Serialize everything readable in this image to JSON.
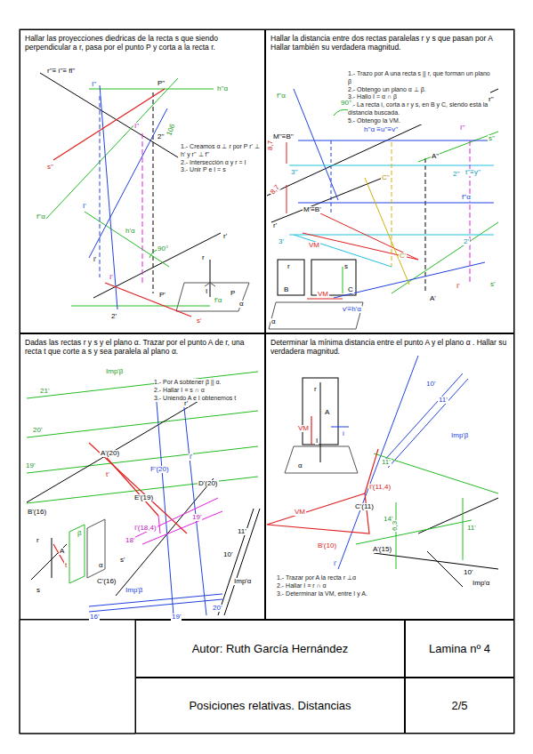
{
  "diagram": {
    "nodes": [
      {
        "text": [
          "Hallar las proyecciones diedricas de la  recta s que siendo perpendicular a r, pasa por el punto P y corta a la recta r.",
          "1.- Creamos α ⊥ r por P r' ⊥ h' y r'' ⊥ f''",
          "2.- Intersección α y r = I",
          "3.- Unir P e I = s"
        ]
      },
      {
        "text": [
          "Hallar la distancia entre dos rectas paralelas r y s que pasan por A Hallar también su verdadera magnitud.",
          "1.- Trazo por A una recta s || r, que forman un plano β",
          "2.- Obtengo un plano α ⊥ β.",
          "3.- Hallo I = α ∩ β",
          "4.- La recta i, corta a r y s, en B y C, siendo está la distancia buscada.",
          "5.- Obtengo la VM."
        ]
      },
      {
        "text": [
          "Dadas las rectas r y s y el plano α. Trazar por el punto A de r, una recta t que corte a s y sea paralela al plano α.",
          "1.- Por A sobtener β || α.",
          "2.- Hallar I ≡ s ∩ α",
          "3.- Uniendo A e I obtenemos t"
        ]
      },
      {
        "text": [
          "Determinar la mínima distancia entre el punto A y el plano α . Hallar su verdadera magnitud.",
          "1.- Trazar por A la recta r ⊥α",
          "2.- Hallar I ≡ r ∩ α",
          "3.- Determinar la VM, entre I y A."
        ]
      },
      {
        "text": [
          "Autor: Ruth García Hernández"
        ]
      },
      {
        "text": [
          "Lamina nº 4"
        ]
      },
      {
        "text": [
          "Posiciones relativas. Distancias"
        ]
      },
      {
        "text": [
          "2/5"
        ]
      }
    ],
    "edges": [],
    "labels": [
      "r''≡ i''≡ fl''",
      "I''",
      "P''",
      "h''α",
      "I''",
      "2''",
      "106",
      "s''",
      "f''α",
      "h'α",
      "I'",
      "i'",
      "90°",
      "r'",
      "I'",
      "P'",
      "2'",
      "s'",
      "f'α",
      "r",
      "I",
      "P",
      "α",
      "r''",
      "f''α",
      "90°",
      "h''α ≡u''≡v''",
      "M''≡B''",
      "8,7",
      "I''",
      "s''",
      "3''",
      "t''≡y''",
      "A''",
      "2''",
      "C''",
      "8,7",
      "f''α",
      "M'≡B'",
      "r'",
      "3'",
      "VM",
      "2'",
      "C'",
      "I'",
      "A'",
      "s'",
      "v'≡h'α",
      "r",
      "s",
      "B",
      "VM",
      "C",
      "α",
      "Imp'β",
      "21'",
      "20'",
      "19'",
      "r'",
      "A'(20)",
      "F'(20)",
      "i'",
      "D'(20)",
      "t'",
      "B'(16)",
      "E'(19)",
      "I'(18,4)",
      "19'",
      "18'",
      "s'",
      "11'",
      "10'",
      "Imp'α",
      "C'(16)",
      "16'",
      "Imp'β",
      "19'",
      "20'",
      "r",
      "A",
      "β",
      "t",
      "α",
      "s",
      "r",
      "A",
      "VM",
      "I",
      "i",
      "α",
      "10'",
      "11'",
      "Imp'β",
      "11'",
      "I'(11,4)",
      "VM",
      "C'(11)",
      "14'",
      "6,3",
      "11'",
      "B'(10)",
      "A'(15)",
      "10'",
      "i'",
      "Imp'α"
    ]
  }
}
